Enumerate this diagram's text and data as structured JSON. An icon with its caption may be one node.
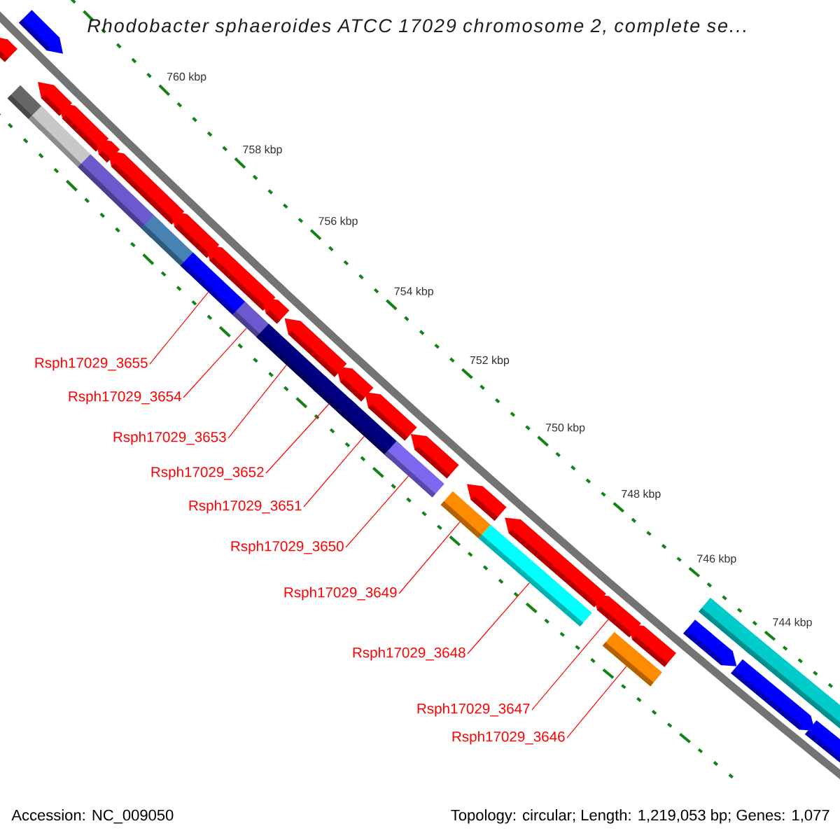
{
  "diagram": {
    "title": "Rhodobacter sphaeroides ATCC 17029 chromosome 2, complete se...",
    "nodes": [
      {
        "text": [
          "Rsph17029_3655"
        ]
      },
      {
        "text": [
          "Rsph17029_3654"
        ]
      },
      {
        "text": [
          "Rsph17029_3653"
        ]
      },
      {
        "text": [
          "Rsph17029_3652"
        ]
      },
      {
        "text": [
          "Rsph17029_3651"
        ]
      },
      {
        "text": [
          "Rsph17029_3650"
        ]
      },
      {
        "text": [
          "Rsph17029_3649"
        ]
      },
      {
        "text": [
          "Rsph17029_3648"
        ]
      },
      {
        "text": [
          "Rsph17029_3647"
        ]
      },
      {
        "text": [
          "Rsph17029_3646"
        ]
      },
      {
        "text": [],
        "shape": "bar"
      },
      {
        "text": [],
        "shape": "bar"
      },
      {
        "text": [],
        "shape": "bar"
      },
      {
        "text": [],
        "shape": "bar"
      },
      {
        "text": [],
        "shape": "bar"
      },
      {
        "text": [],
        "shape": "bar"
      },
      {
        "text": [],
        "shape": "bar"
      },
      {
        "text": [],
        "shape": "bar"
      },
      {
        "text": [],
        "shape": "bar"
      },
      {
        "text": [],
        "shape": "bar"
      },
      {
        "text": [],
        "shape": "bar"
      },
      {
        "text": [],
        "shape": "bar"
      },
      {
        "text": [],
        "shape": "bar"
      },
      {
        "text": [],
        "shape": "bar"
      },
      {
        "text": [],
        "shape": "bar"
      },
      {
        "text": [],
        "shape": "bar"
      },
      {
        "text": [],
        "shape": "bar"
      },
      {
        "text": [],
        "shape": "bar"
      },
      {
        "text": [],
        "shape": "bar"
      },
      {
        "text": [],
        "shape": "bar"
      },
      {
        "text": [],
        "shape": "bar"
      },
      {
        "text": [],
        "shape": "bar"
      },
      {
        "text": [],
        "shape": "bar"
      },
      {
        "text": [],
        "shape": "bar"
      },
      {
        "text": [],
        "shape": "bar"
      },
      {
        "text": [],
        "shape": "bar"
      },
      {
        "text": [],
        "shape": "bar"
      },
      {
        "text": [],
        "shape": "bar"
      },
      {
        "text": [],
        "shape": "bar"
      },
      {
        "text": [],
        "shape": "bar"
      },
      {
        "text": [],
        "shape": "bar"
      },
      {
        "text": [],
        "shape": "bar"
      },
      {
        "text": [],
        "shape": "bar"
      },
      {
        "text": [],
        "shape": "bar"
      },
      {
        "text": [],
        "shape": "bar"
      },
      {
        "text": [],
        "shape": "bar"
      }
    ],
    "edges": [
      {
        "from": 0,
        "to": 21,
        "arrow": "none"
      },
      {
        "from": 1,
        "to": 23,
        "arrow": "none"
      },
      {
        "from": 2,
        "to": 25,
        "arrow": "none"
      },
      {
        "from": 3,
        "to": 27,
        "arrow": "none"
      },
      {
        "from": 4,
        "to": 29,
        "arrow": "none"
      },
      {
        "from": 5,
        "to": 31,
        "arrow": "none"
      },
      {
        "from": 6,
        "to": 33,
        "arrow": "none"
      },
      {
        "from": 7,
        "to": 35,
        "arrow": "none"
      },
      {
        "from": 8,
        "to": 37,
        "arrow": "none"
      },
      {
        "from": 9,
        "to": 38,
        "arrow": "none"
      }
    ],
    "labels": [
      "760 kbp",
      "758 kbp",
      "756 kbp",
      "754 kbp",
      "752 kbp",
      "750 kbp",
      "748 kbp",
      "746 kbp",
      "744 kbp",
      "Accession: NC_009050",
      "Topology: circular; Length: 1,219,053 bp; Genes: 1,077"
    ]
  }
}
